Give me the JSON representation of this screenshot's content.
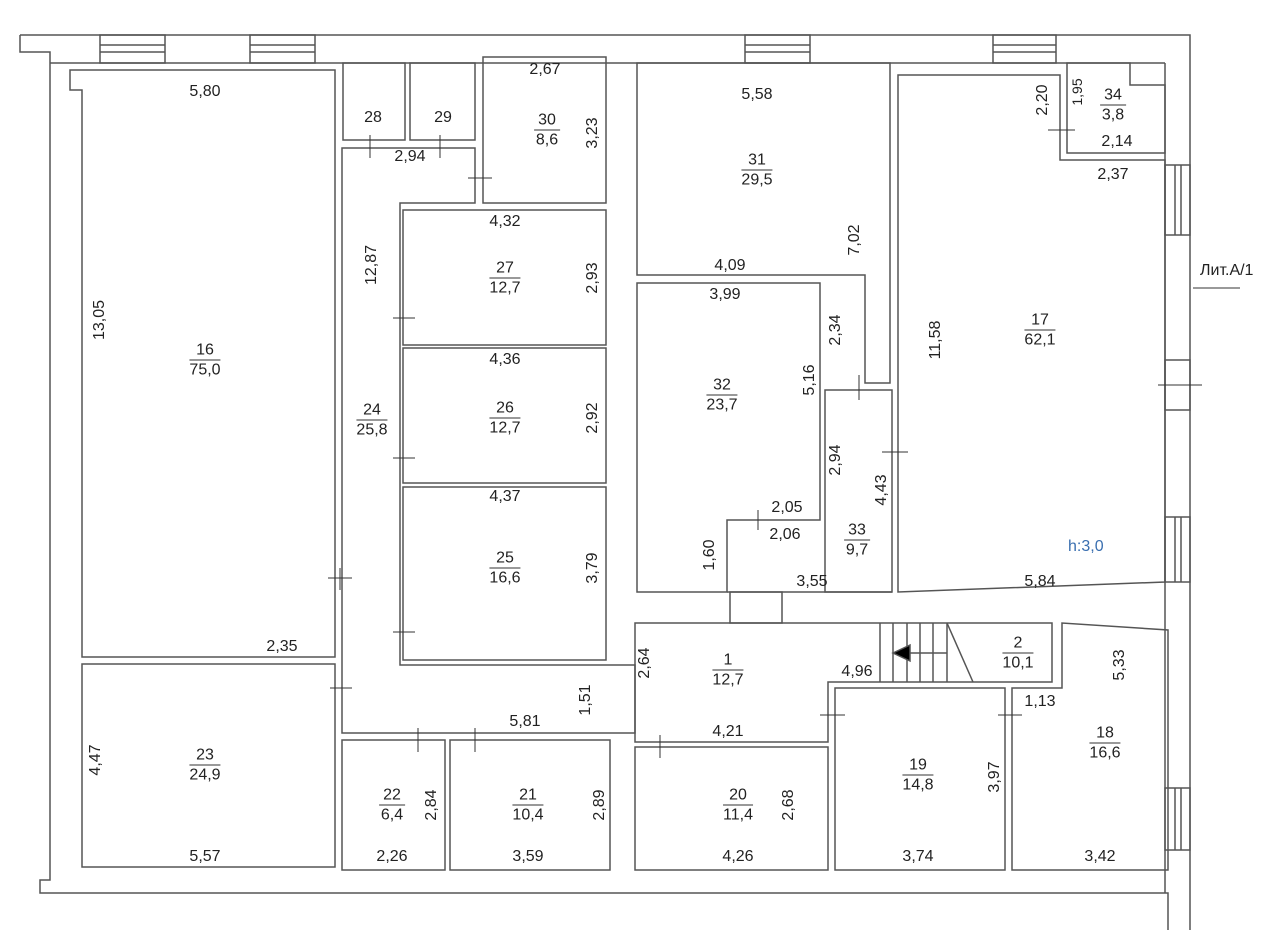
{
  "rooms": [
    {
      "number": "16",
      "area": "75,0"
    },
    {
      "number": "17",
      "area": "62,1"
    },
    {
      "number": "34",
      "area": "3,8"
    },
    {
      "number": "30",
      "area": "8,6"
    },
    {
      "number": "28"
    },
    {
      "number": "29"
    },
    {
      "number": "31",
      "area": "29,5"
    },
    {
      "number": "27",
      "area": "12,7"
    },
    {
      "number": "26",
      "area": "12,7"
    },
    {
      "number": "25",
      "area": "16,6"
    },
    {
      "number": "24",
      "area": "25,8"
    },
    {
      "number": "32",
      "area": "23,7"
    },
    {
      "number": "33",
      "area": "9,7"
    },
    {
      "number": "1",
      "area": "12,7"
    },
    {
      "number": "2",
      "area": "10,1"
    },
    {
      "number": "23",
      "area": "24,9"
    },
    {
      "number": "22",
      "area": "6,4"
    },
    {
      "number": "21",
      "area": "10,4"
    },
    {
      "number": "20",
      "area": "11,4"
    },
    {
      "number": "19",
      "area": "14,8"
    },
    {
      "number": "18",
      "area": "16,6"
    }
  ],
  "dimensions": [
    "5,80",
    "13,05",
    "2,35",
    "4,47",
    "5,57",
    "2,67",
    "3,23",
    "2,94",
    "12,87",
    "4,32",
    "2,93",
    "4,36",
    "2,92",
    "4,37",
    "3,79",
    "5,58",
    "7,02",
    "4,09",
    "3,99",
    "2,34",
    "5,16",
    "2,94",
    "4,43",
    "2,05",
    "2,06",
    "1,60",
    "3,55",
    "2,20",
    "1,95",
    "2,14",
    "2,37",
    "11,58",
    "5,84",
    "5,33",
    "1,13",
    "3,97",
    "3,42",
    "3,74",
    "4,96",
    "4,21",
    "2,64",
    "1,51",
    "5,81",
    "2,84",
    "2,26",
    "2,89",
    "3,59",
    "2,68",
    "4,26"
  ],
  "building_label": "Лит.А/1",
  "height_label": "h:3,0",
  "colors": {
    "wall": "#555555",
    "height_label": "#3a6fb0"
  }
}
